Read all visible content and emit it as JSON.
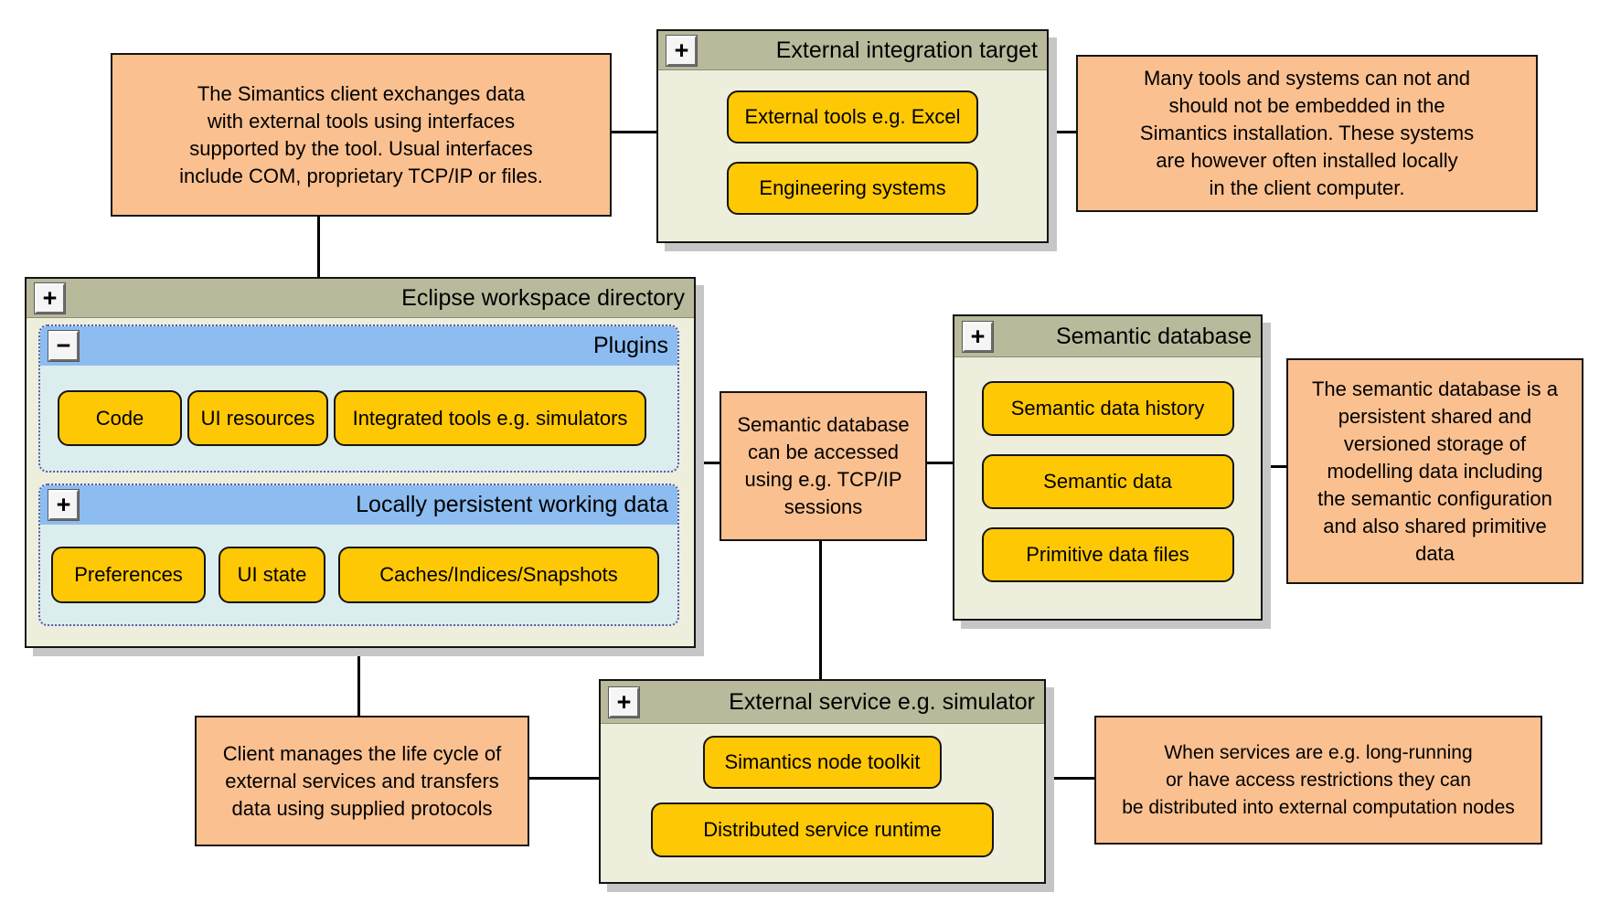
{
  "colors": {
    "note_fill": "#FAC090",
    "container_header": "#B9B99C",
    "container_body": "#EEEEDC",
    "section_header_blue": "#8CBCF0",
    "section_body": "#DCEDED",
    "node_yellow": "#FFC805",
    "shadow_gray": "#C6C6C6",
    "dotted_border": "#5A5AA8",
    "line": "#000000"
  },
  "notes": {
    "client_exchange": "The Simantics client exchanges data\nwith external tools using interfaces\nsupported by the tool. Usual interfaces\ninclude COM, proprietary TCP/IP or files.",
    "many_tools": "Many tools and systems can not and\nshould not be embedded in the\nSimantics installation. These systems\nare however often installed locally\nin the client computer.",
    "semantic_storage": "The semantic database is a\npersistent shared and\nversioned storage of\nmodelling data including\nthe semantic configuration\nand also shared primitive\ndata",
    "semantic_access": "Semantic database\ncan be accessed\nusing e.g. TCP/IP\nsessions",
    "client_lifecycle": "Client manages the life cycle of\nexternal services and transfers\ndata using supplied protocols",
    "distributed_services": "When services are e.g. long-running\nor have access restrictions they can\nbe distributed into external computation nodes"
  },
  "containers": {
    "integration": {
      "title": "External integration target",
      "toggle": "+",
      "items": [
        "External tools e.g. Excel",
        "Engineering systems"
      ]
    },
    "eclipse": {
      "title": "Eclipse workspace directory",
      "toggle": "+",
      "sections": {
        "plugins": {
          "title": "Plugins",
          "toggle": "−",
          "items": [
            "Code",
            "UI resources",
            "Integrated tools e.g. simulators"
          ]
        },
        "local": {
          "title": "Locally persistent working data",
          "toggle": "+",
          "items": [
            "Preferences",
            "UI state",
            "Caches/Indices/Snapshots"
          ]
        }
      }
    },
    "semantic": {
      "title": "Semantic database",
      "toggle": "+",
      "items": [
        "Semantic data history",
        "Semantic data",
        "Primitive data files"
      ]
    },
    "service": {
      "title": "External service e.g. simulator",
      "toggle": "+",
      "items": [
        "Simantics node toolkit",
        "Distributed service runtime"
      ]
    }
  }
}
